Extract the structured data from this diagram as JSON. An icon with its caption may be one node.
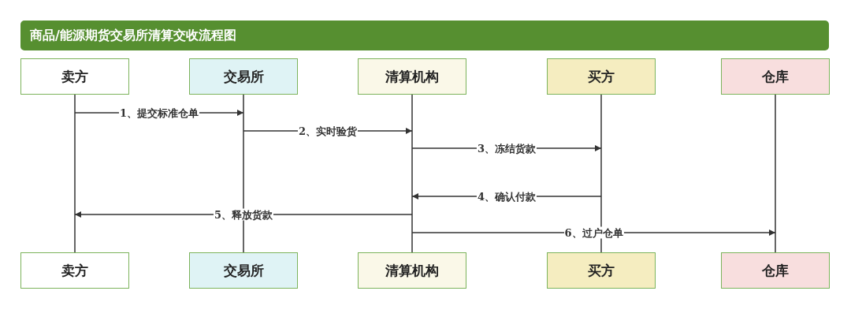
{
  "diagram": {
    "title": "商品/能源期货交易所清算交收流程图",
    "nodes": [
      {
        "text": [
          "卖方"
        ]
      },
      {
        "text": [
          "交易所"
        ]
      },
      {
        "text": [
          "清算机构"
        ]
      },
      {
        "text": [
          "买方"
        ]
      },
      {
        "text": [
          "仓库"
        ]
      },
      {
        "text": [
          "卖方"
        ]
      },
      {
        "text": [
          "交易所"
        ]
      },
      {
        "text": [
          "清算机构"
        ]
      },
      {
        "text": [
          "买方"
        ]
      },
      {
        "text": [
          "仓库"
        ]
      }
    ],
    "edges": [
      {
        "from": 0,
        "to": 5,
        "arrow": "none"
      },
      {
        "from": 1,
        "to": 6,
        "arrow": "none"
      },
      {
        "from": 2,
        "to": 7,
        "arrow": "none"
      },
      {
        "from": 3,
        "to": 8,
        "arrow": "none"
      },
      {
        "from": 4,
        "to": 9,
        "arrow": "none"
      },
      {
        "from": 0,
        "to": 1,
        "arrow": "to",
        "label": "1、提交标准仓单"
      },
      {
        "from": 1,
        "to": 2,
        "arrow": "to",
        "label": "2、实时验货"
      },
      {
        "from": 2,
        "to": 3,
        "arrow": "to",
        "label": "3、冻结货款"
      },
      {
        "from": 8,
        "to": 7,
        "arrow": "to",
        "label": "4、确认付款"
      },
      {
        "from": 7,
        "to": 5,
        "arrow": "to",
        "label": "5、释放货款"
      },
      {
        "from": 7,
        "to": 9,
        "arrow": "to",
        "label": "6、过户仓单"
      }
    ]
  }
}
